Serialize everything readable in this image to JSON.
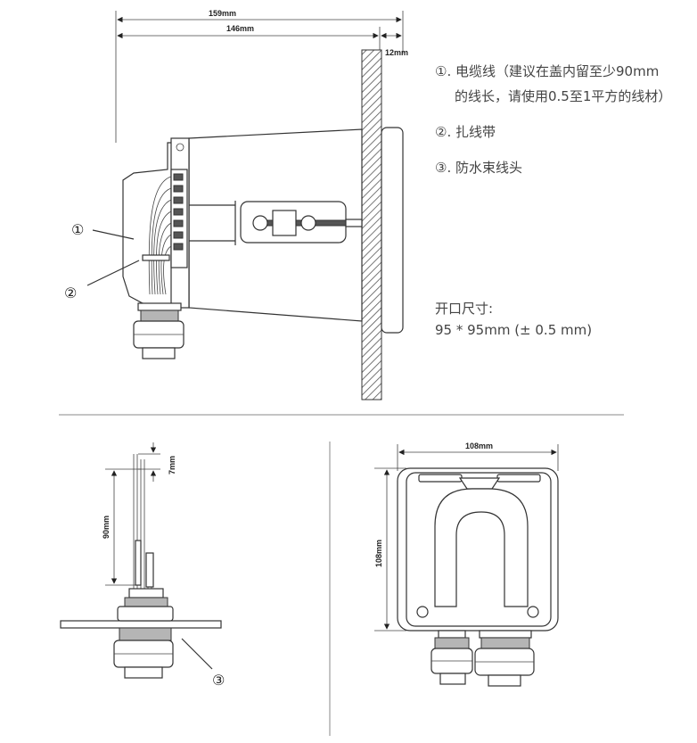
{
  "dimensions": {
    "overall_length": "159mm",
    "body_length": "146mm",
    "panel_thickness": "12mm",
    "strip_length": "7mm",
    "wire_length": "90mm",
    "width": "108mm",
    "height": "108mm"
  },
  "legend": {
    "item1_num": "①.",
    "item1_line1": "电缆线（建议在盖内留至少90mm",
    "item1_line2": "的线长，请使用0.5至1平方的线材）",
    "item2_num": "②.",
    "item2_text": "扎线带",
    "item3_num": "③.",
    "item3_text": "防水束线头"
  },
  "cutout": {
    "label": "开口尺寸:",
    "value": "95 * 95mm  (± 0.5 mm)"
  },
  "callouts": {
    "c1": "①",
    "c2": "②",
    "c3": "③"
  },
  "colors": {
    "line": "#333333",
    "hatch": "#555555",
    "nut": "#b5b5b5"
  }
}
